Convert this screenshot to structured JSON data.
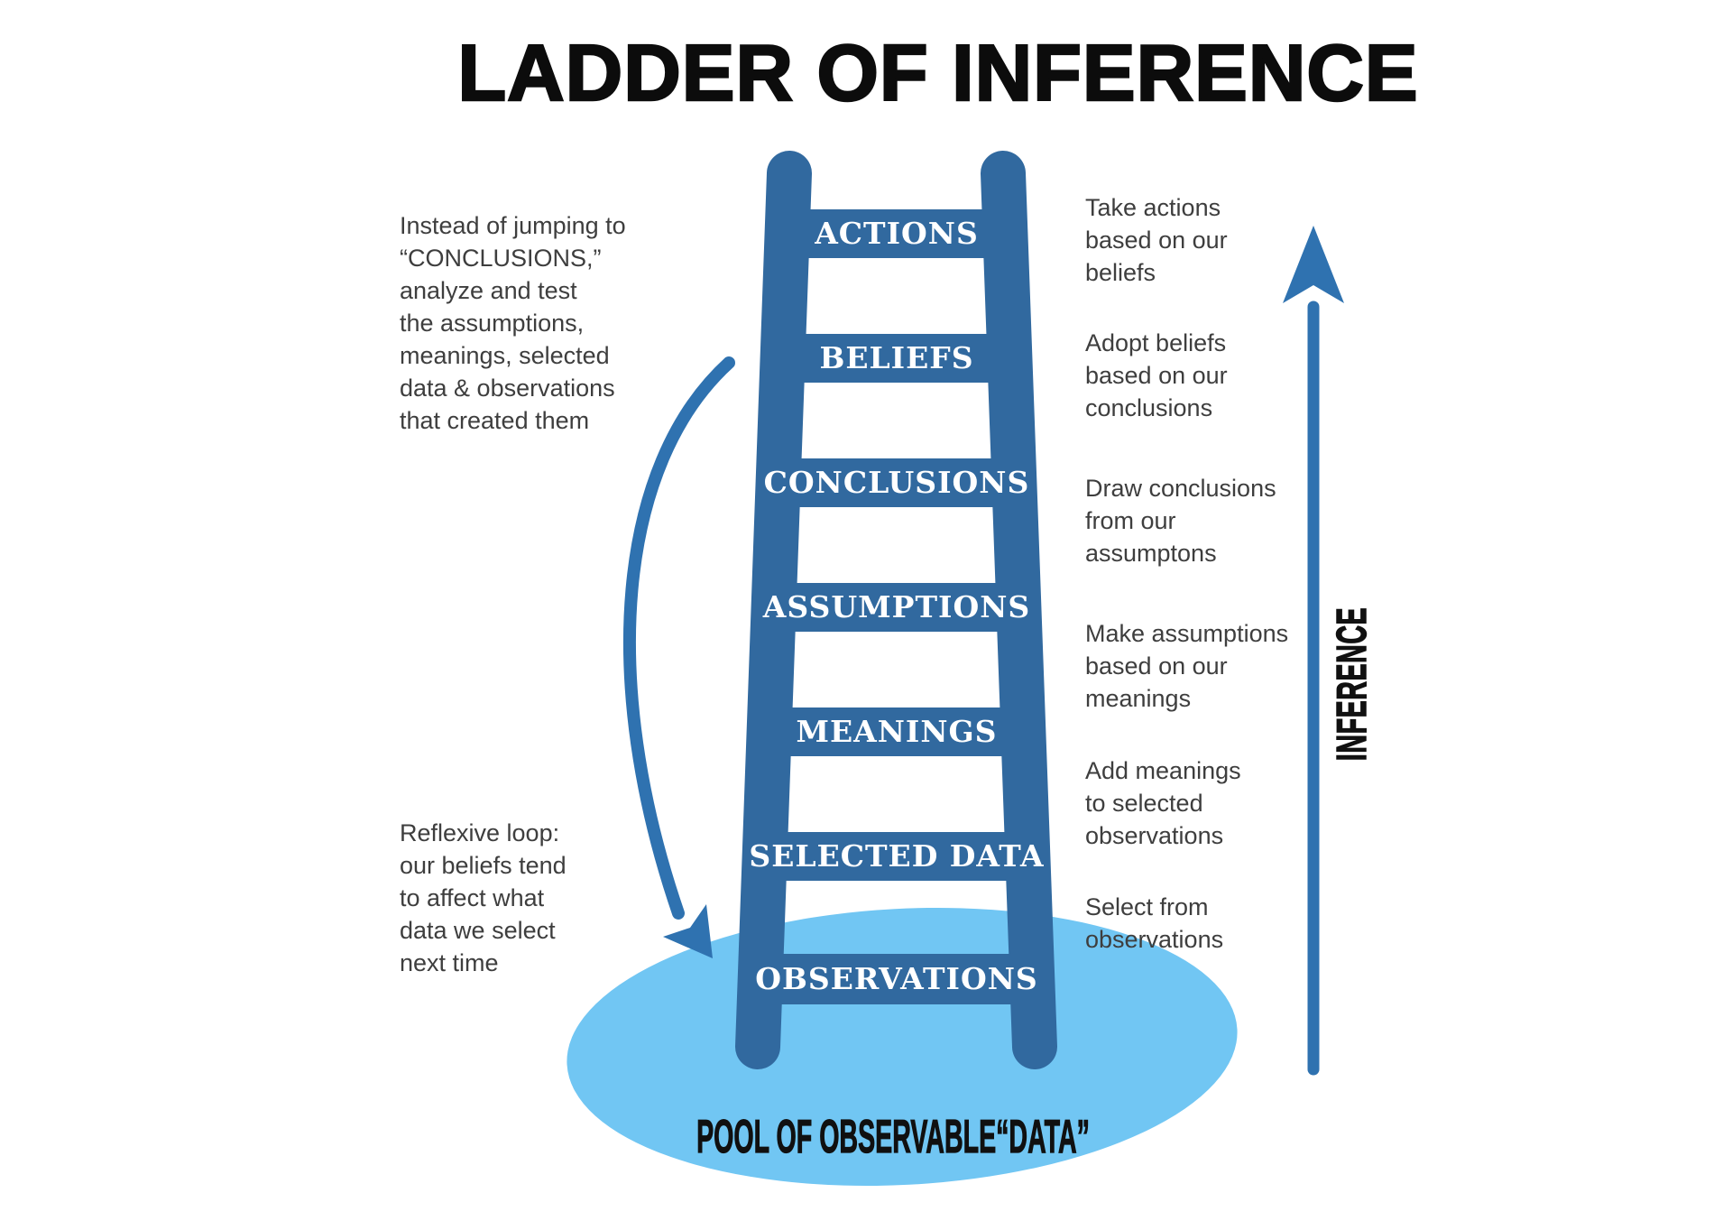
{
  "title": "LADDER OF INFERENCE",
  "colors": {
    "ladder_blue": "#31699f",
    "arrow_blue": "#2f72b0",
    "pool_blue": "#71c6f3",
    "body_text": "#3e3e3e",
    "title_black": "#0c0c0c"
  },
  "rungs": [
    "ACTIONS",
    "BELIEFS",
    "CONCLUSIONS",
    "ASSUMPTIONS",
    "MEANINGS",
    "SELECTED DATA",
    "OBSERVATIONS"
  ],
  "notes": [
    "Take actions\nbased on our\nbeliefs",
    "Adopt beliefs\nbased on our\nconclusions",
    "Draw conclusions\nfrom our\nassumptons",
    "Make assumptions\nbased on our\nmeanings",
    "Add meanings\nto selected\nobservations",
    "Select from\nobservations"
  ],
  "annotations": {
    "jump": "Instead of jumping to\n“CONCLUSIONS,”\nanalyze and test\nthe assumptions,\nmeanings, selected\ndata & observations\nthat created them",
    "reflexive": "Reflexive loop:\nour beliefs tend\nto affect what\ndata we select\nnext time"
  },
  "pool": {
    "label": "POOL OF OBSERVABLE“DATA”"
  },
  "inference": {
    "label": "INFERENCE"
  }
}
